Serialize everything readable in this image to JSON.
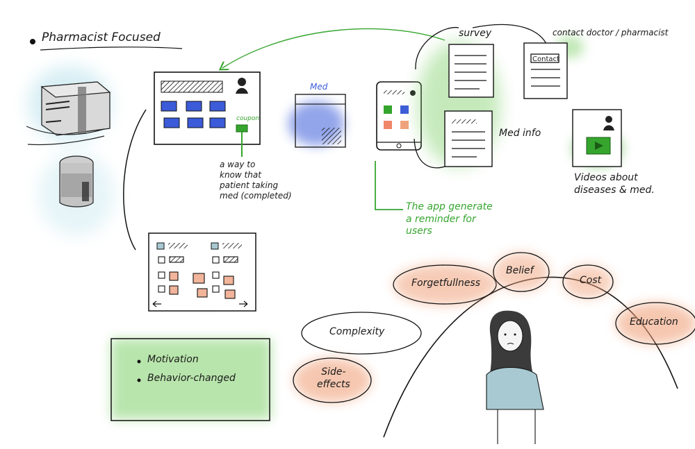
{
  "title": "Pharmacist Focused",
  "notes": {
    "survey": "survey",
    "contact": "contact doctor / pharmacist",
    "contact_button": "Contact",
    "med_info": "Med info",
    "videos": "Videos about\ndiseases & med.",
    "med_tab": "Med",
    "coupon": "coupon",
    "way_to_know": "a way to\nknow that\npatient taking\nmed (completed)",
    "reminder": "The app generate\na reminder for\nusers"
  },
  "barriers": [
    "Forgetfullness",
    "Belief",
    "Cost",
    "Education",
    "Complexity",
    "Side-\neffects"
  ],
  "goals": [
    "Motivation",
    "Behavior-changed"
  ],
  "colors": {
    "green": "#35a52e",
    "green_wash": "#7fd06a",
    "blue_tile": "#3b5bd9",
    "orange_wash": "#f0a27c",
    "teal_shirt": "#a8c9d1"
  }
}
